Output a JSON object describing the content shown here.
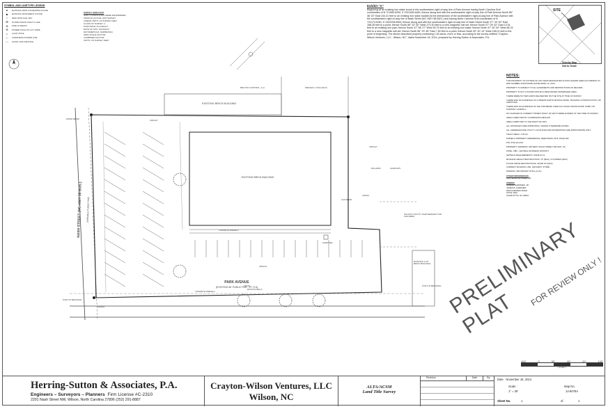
{
  "legend": {
    "title": "SYMBOL AND LINETYPE LEGEND",
    "items": [
      {
        "symbol": "●",
        "label": "EXISTING IRON STAKE/PIPE FOUND"
      },
      {
        "symbol": "■",
        "label": "EXISTING MONUMENT FOUND"
      },
      {
        "symbol": "○",
        "label": "NEW IRON NAIL SET"
      },
      {
        "symbol": "⊞",
        "label": "STORM DRAIN INLET & LINE"
      },
      {
        "symbol": "⊕",
        "label": "FIRE HYDRANT"
      },
      {
        "symbol": "⊗",
        "label": "POWER POLE W/ GUY WIRE"
      },
      {
        "symbol": "☼",
        "label": "LIGHT POLE"
      },
      {
        "symbol": "—",
        "label": "OVERHEAD POWER LINE"
      },
      {
        "symbol": "—",
        "label": "CHAIN LINK FENCING"
      }
    ]
  },
  "survey_data": {
    "title": "SURVEY GRID DATA",
    "lines": [
      "GRID COORDINATES WERE DETERMINED FROM AN ACTUAL GPS SURVEY",
      "LINEAR UNITS: US SURVEY FEET",
      "CLASS OF SURVEY: A",
      "POSITIONAL ACCURACY:",
      "DATE OF GPS: 10/14/2014",
      "DATUM/EPOCH: NAD83(2011)",
      "GRID SCALE FACTOR:",
      "COMBINED FACTOR:",
      "UNITS: US SURVEY FEET"
    ]
  },
  "exhibit": {
    "title": "Exhibit \"A\"",
    "text": "Beginning at an existing iron stake found in the southeastern right-of-way line of Park Avenue having North Carolina Grid coordinates of N 721083.6250, E 2321455.4460, thence along and with the southeastern right-of-way line of Park Avenue North 56° 38' 20\" East 244.31 feet to an existing iron stake located at the intersection of the southeastern right-of-way line of Park Avenue with the southwestern right-of-way line of Nash Street (NC HWY 58 BUS.) and having North Carolina Grid coordinates of N 722173.5281, E 2322206.6500; thence along and with the southwestern right-of-way line of Nash Street South 37° 34' 30\" East 188.35 feet to a point; thence South 56° 32' 00\" West 273.30 feet to a new magnetic nail set; thence South 07° 09' 32\" East 13.01 feet to an existing iron pipe; thence South 47° 58' 27\" West 90.75 feet to an existing iron stake; thence North 37° 30' 00\" West 68.76 feet to a new magnetic nail set, thence North 56° 29' 48\" East 7.50 feet to a point; thence North 30° 40' 14\" West 138.01 feet to the point of beginning. The above-described property containing 1.53 acres, more or less, according to the survey entitled \"Crayton-Wilson Ventures, LLC - Wilson, NC\", dated November 18, 2014, prepared by Herring-Sutton & Associates, P.A."
  },
  "vicinity": {
    "site_label": "SITE",
    "title": "Vicinity Map",
    "subtitle": "Not to Scale"
  },
  "notes": {
    "title": "NOTES:",
    "items": [
      "THIS PROPERTY IS OUTSIDE OF ANY FEMA DESIGNATED FLOOD HAZARD AREA ACCORDING TO MAP NUMBER 3720372200K DATED APRIL 10, 2014.",
      "PROPERTY IS SUBJECT TO ALL EASEMENTS AND RESTRICTIONS OF RECORD.",
      "PROPERTY IS NOT LOCATED WITHIN A DESIGNATED WATERSHED AREA.",
      "THERE WERE NO WETLANDS DELINEATED ON THE SITE AT TIME OF SURVEY.",
      "THERE WAS NO EVIDENCE OF CURRENT EARTH MOVING WORK, BUILDING CONSTRUCTION, OR ADDITIONS.",
      "THERE WAS NO EVIDENCE OF THE SITE BEING USED AS A SOLID WASTE DUMP, SUMP, OR SANITARY LANDFILL.",
      "NO CHANGES IN CURRENT STREET RIGHT OF WAYS WERE EVIDENT AT THE TIME OF SURVEY.",
      "AREA COMPUTED BY COORDINATE METHOD.",
      "AREA COMPUTED TO THE RIGHT-OF-WAY.",
      "ALL DISTANCES ARE HORIZONTAL UNLESS OTHERWISE NOTED.",
      "ALL UNDERGROUND UTILITY LOCATIONS AND INFORMATION ARE APPROXIMATE ONLY.",
      "TRACT AREA= 1.53 AC.",
      "SUBJECT PROPERTY REFERENCE: DEED BOOK 2375, PAGE 280",
      "PIN: 3720-22-1037",
      "PROPERTY ADDRESS: 208 WEST NASH STREET WILSON, NC",
      "ZONE: CBD - CENTRAL BUSINESS DISTRICT",
      "SETBACK REQUIREMENTS: NONE (D.O)",
      "BUILDING HEIGHT RESTRICTIONS: 75' (MAX), 6-STORIES (MAX)",
      "FLOOR SPACE RESTRICTIONS: 30,000 SF (MAX)",
      "CURRENT BUILDING USE: GROCERY STORE",
      "PARKING: 080 SPACES TOTAL (2 HC)"
    ],
    "other_ref_title": "OTHER REFERENCES",
    "other_ref": "PLAT BOOK 44, PAGE 180",
    "owner_title": "OWNER:",
    "owner": [
      "JOHN E. GARDNER, JR.",
      "JAMES B. GARDNER",
      "6000 FAIRVIEW ROAD",
      "SUITE 1200",
      "CHARLOTTE, NC 28210"
    ]
  },
  "plat": {
    "park_avenue": "PARK AVENUE",
    "park_avenue_sub": "(EXISTING 66' PUBLIC R/W - ST. R-6)",
    "nash_street": "NASH STREET (NC HWY 58 BUS.)",
    "nash_sub": "(VARIABLE PUBLIC R/W)",
    "existing_brick_building_top": "EXISTING BRICK BUILDING",
    "main_building": "EXISTING BRICK BUILDING",
    "east_building": "EXISTING 2-ST BRICK BUILDING",
    "bruton": "BRUTON CONTROL, LLC",
    "stallings": "MIRIAM E. STALLINGS",
    "wilson_county": "WILSON COUNTY PARTNERSHIP FOR CHILDREN",
    "asphalt": "ASPHALT",
    "concrete_sidewalk": "CONCRETE SIDEWALK",
    "gravel": "GRAVEL",
    "grass": "GRASS",
    "monitor_wells": "MONITOR WELLS",
    "dumpster": "DUMPSTER",
    "bollards": "BOLLARDS",
    "handicaps": "HANDICAPS",
    "water_meter": "WATER METER",
    "gas_meter": "GAS METER",
    "point_of_beginning": "POINT OF BEGINNING"
  },
  "stamp": {
    "line1": "PRELIMINARY PLAT",
    "line2": "FOR REVIEW ONLY !"
  },
  "graphic_scale": {
    "ticks": [
      "100'",
      "0",
      "50'",
      "40'",
      "20'",
      "100'"
    ],
    "label": "( IN FEET )"
  },
  "title_block": {
    "firm_name": "Herring-Sutton & Associates, P.A.",
    "firm_services": "Engineers – Surveyors – Planners",
    "firm_license": "Firm License #C-2310",
    "firm_address": "2201 Nash Street NW, Wilson, North Carolina  27896  (252) 291-8887",
    "project_name": "Crayton-Wilson Ventures, LLC",
    "project_location": "Wilson, NC",
    "survey_type_1": "ALTA/ACSM",
    "survey_type_2": "Land Title Survey",
    "revision_header": "Revision",
    "date_header": "Date",
    "by_header": "By",
    "date_label": "Date",
    "date_value": "November 18, 2014",
    "scale_label": "Scale :",
    "scale_value": "1\" = 30'",
    "map_label": "Map No.",
    "map_value": "14-8078A",
    "sheet_label": "Sheet No.",
    "sheet_value": "1",
    "of_label": "of",
    "of_value": "1"
  }
}
